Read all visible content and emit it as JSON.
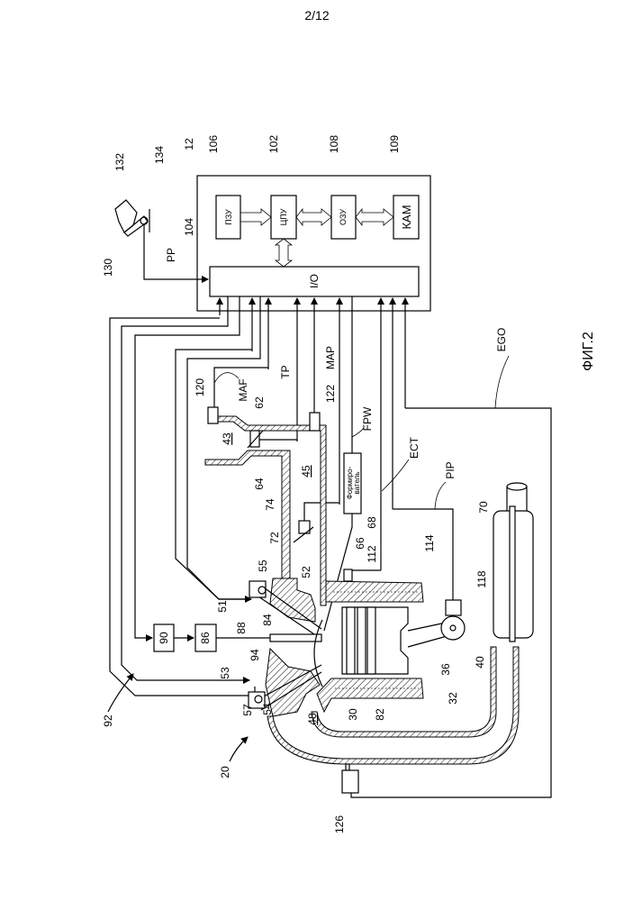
{
  "page_number": "2/12",
  "figure_caption": "ФИГ.2",
  "controller": {
    "blocks": {
      "rom": "ПЗУ",
      "cpu": "ЦПУ",
      "ram": "ОЗУ",
      "kam": "КАМ",
      "io": "I/O"
    },
    "driver_label": "Формиро-",
    "driver_label_2": "ватель"
  },
  "signals": {
    "pp": "PP",
    "maf": "MAF",
    "tp": "TP",
    "map": "MAP",
    "fpw": "FPW",
    "ect": "ECT",
    "pip": "PIP",
    "ego": "EGO"
  },
  "reference_numerals": {
    "n12": "12",
    "n20": "20",
    "n30": "30",
    "n32": "32",
    "n36": "36",
    "n40": "40",
    "n43": "43",
    "n45": "45",
    "n48": "48",
    "n51": "51",
    "n52": "52",
    "n53": "53",
    "n54": "54",
    "n55": "55",
    "n57": "57",
    "n62": "62",
    "n64": "64",
    "n66": "66",
    "n68": "68",
    "n70": "70",
    "n72": "72",
    "n74": "74",
    "n82": "82",
    "n84": "84",
    "n86": "86",
    "n88": "88",
    "n90": "90",
    "n92": "92",
    "n94": "94",
    "n102": "102",
    "n104": "104",
    "n106": "106",
    "n108": "108",
    "n109": "109",
    "n112": "112",
    "n114": "114",
    "n118": "118",
    "n120": "120",
    "n122": "122",
    "n126": "126",
    "n130": "130",
    "n132": "132",
    "n134": "134"
  }
}
